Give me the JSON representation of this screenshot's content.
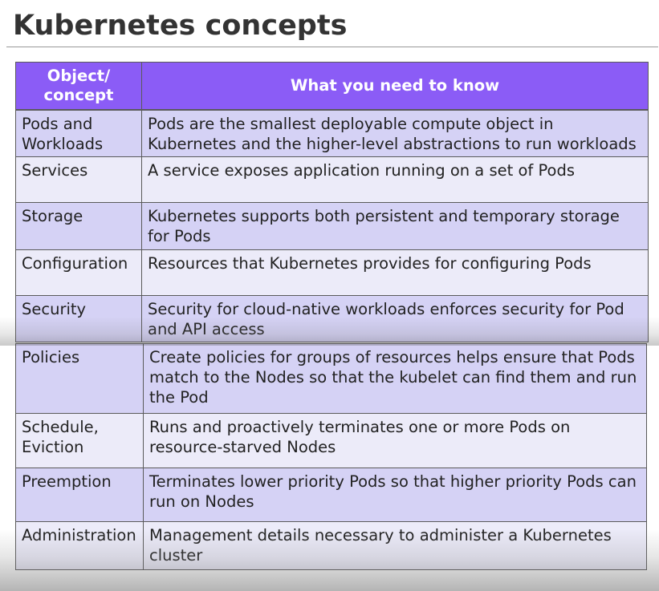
{
  "title": "Kubernetes concepts",
  "colors": {
    "header_bg": "#8b5cf6",
    "row_odd": "#d5d2f5",
    "row_even": "#ecebf9"
  },
  "table": {
    "headers": [
      "Object/ concept",
      "What you need to know"
    ],
    "rows": [
      {
        "concept": "Pods and Workloads",
        "description": "Pods are the smallest deployable compute object in Kubernetes and the higher-level abstractions to run workloads"
      },
      {
        "concept": "Services",
        "description": "A service exposes application running on a set of Pods"
      },
      {
        "concept": "Storage",
        "description": "Kubernetes supports both persistent and temporary storage for Pods"
      },
      {
        "concept": "Configuration",
        "description": "Resources that Kubernetes provides for configuring Pods"
      },
      {
        "concept": "Security",
        "description": "Security  for cloud-native workloads enforces security for Pod and API access"
      },
      {
        "concept": "Policies",
        "description": "Create policies for groups of resources helps ensure that Pods match to the Nodes so that the kubelet can find them and run the Pod"
      },
      {
        "concept": "Schedule, Eviction",
        "description": "Runs and proactively terminates one or more Pods on resource-starved Nodes"
      },
      {
        "concept": "Preemption",
        "description": "Terminates lower priority Pods so that higher priority Pods can run on Nodes"
      },
      {
        "concept": "Administration",
        "description": "Management details necessary to administer a Kubernetes cluster"
      }
    ]
  }
}
